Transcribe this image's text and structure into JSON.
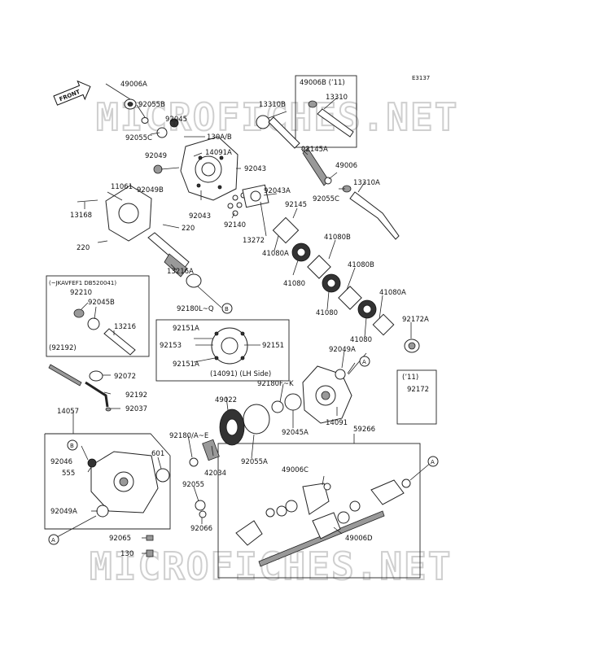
{
  "diagram_code": "E3137",
  "front_label": "FRONT",
  "watermark": "MICROFICHES.NET",
  "circle_markers": {
    "a": "A",
    "b": "B"
  },
  "part_labels": [
    "49006A",
    "92055B",
    "92055C",
    "92045",
    "130A/B",
    "92049",
    "14091A",
    "92043",
    "92049B",
    "11061",
    "13168",
    "220",
    "220",
    "92043",
    "49006B (’11)",
    "13310",
    "13310B",
    "92145A",
    "49006",
    "92055C",
    "13310A",
    "92043A",
    "92140",
    "92145",
    "13272",
    "41080A",
    "41080B",
    "41080",
    "41080B",
    "41080",
    "41080A",
    "41080",
    "92172A",
    "13216A",
    "92180L~Q",
    "(~JKAVFEF1 DB520041)",
    "92210",
    "92045B",
    "13216",
    "92151A",
    "92153",
    "92151",
    "92151A",
    "(14091) (LH Side)",
    "92049A",
    "92180F~K",
    "14091",
    "92045A",
    "(92192)",
    "92072",
    "92192",
    "92037",
    "(’11)",
    "92172",
    "14057",
    "49022",
    "92180/A~E",
    "601",
    "42034",
    "92055A",
    "59266",
    "92046",
    "555",
    "92049A",
    "92055",
    "92066",
    "49006C",
    "49006D",
    "92065",
    "130"
  ]
}
